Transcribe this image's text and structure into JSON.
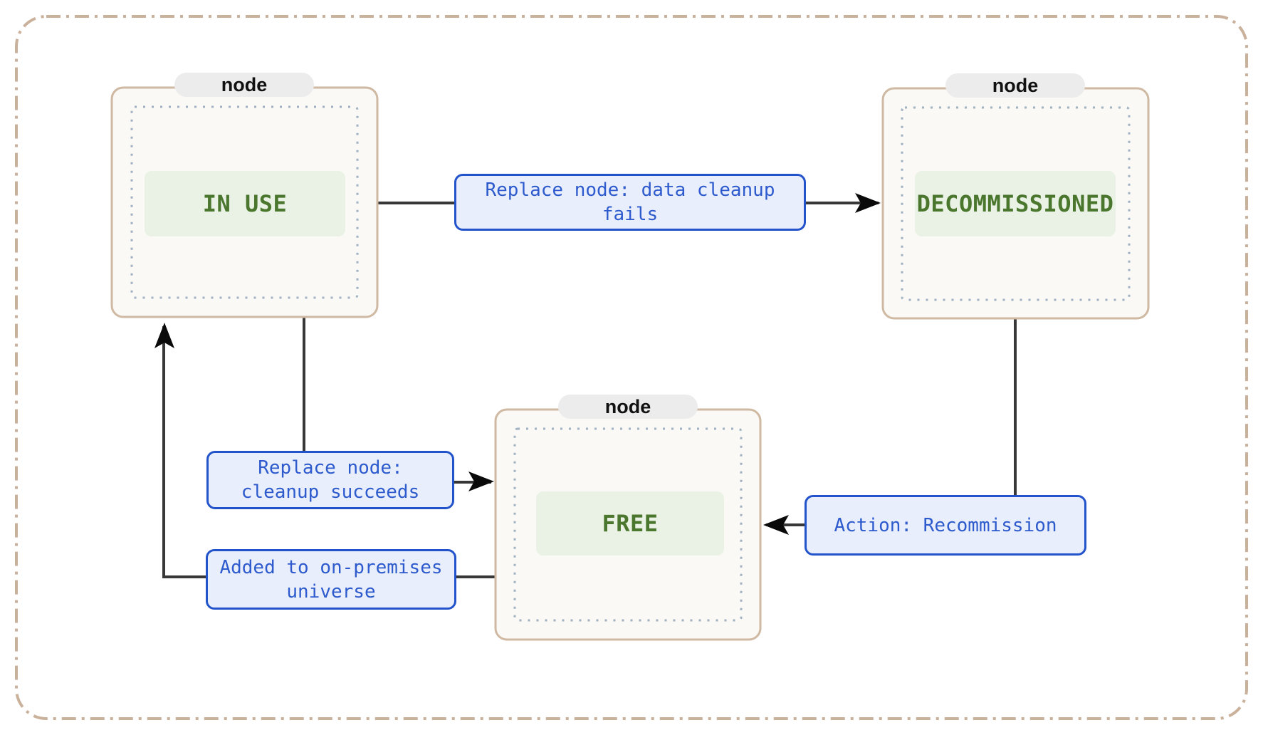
{
  "diagram": {
    "type": "state-flow-diagram",
    "nodes": [
      {
        "badge": "node",
        "state": "IN USE"
      },
      {
        "badge": "node",
        "state": "DECOMMISSIONED"
      },
      {
        "badge": "node",
        "state": "FREE"
      }
    ],
    "edges": [
      {
        "label": "Replace node: data cleanup\nfails",
        "from": "IN USE",
        "to": "DECOMMISSIONED"
      },
      {
        "label": "Replace node:\ncleanup succeeds",
        "from": "IN USE",
        "to": "FREE"
      },
      {
        "label": "Added to on-premises\nuniverse",
        "from": "FREE",
        "to": "IN USE"
      },
      {
        "label": "Action: Recommission",
        "from": "DECOMMISSIONED",
        "to": "FREE"
      }
    ],
    "colors": {
      "frame_dash": "#c9b19c",
      "node_border": "#cfb9a2",
      "node_fill": "#faf9f5",
      "inner_dotted": "#a0b1c2",
      "state_text": "#4a762d",
      "state_fill": "#e9f2e4",
      "edge_label_border": "#2353cb",
      "edge_label_fill": "#e8eefb",
      "edge_label_text": "#2d5acd",
      "badge_fill": "#ececec",
      "badge_text": "#111111",
      "edge_line": "#383838",
      "arrowhead": "#0a0a0a"
    }
  }
}
